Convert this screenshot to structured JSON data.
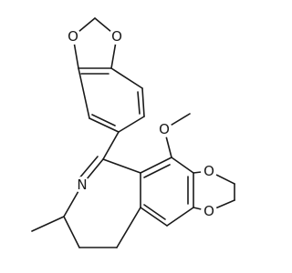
{
  "molecule": {
    "atoms": {
      "o_top_left": "O",
      "o_top_right": "O",
      "o_methoxy": "O",
      "o_right_upper": "O",
      "o_right_lower": "O",
      "n_ring": "N"
    }
  }
}
